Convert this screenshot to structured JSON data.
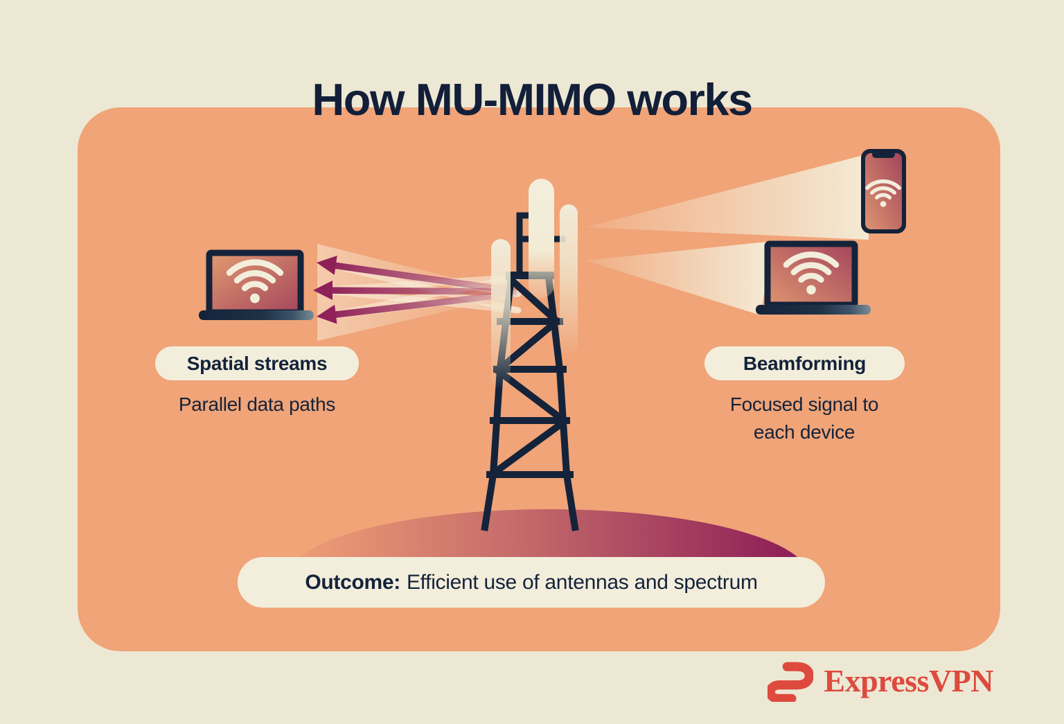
{
  "title": "How MU-MIMO works",
  "sections": {
    "spatial": {
      "label": "Spatial streams",
      "description": "Parallel data paths"
    },
    "beamforming": {
      "label": "Beamforming",
      "description": "Focused signal to each device"
    }
  },
  "outcome": {
    "label": "Outcome:",
    "text": "Efficient use of antennas and spectrum"
  },
  "branding": {
    "name": "ExpressVPN"
  },
  "icons": {
    "wifi": "wifi-icon",
    "cell_tower": "cell-tower-icon",
    "laptop": "laptop-icon",
    "phone": "phone-icon",
    "stream_arrows": "spatial-stream-arrows-icon",
    "beam_cones": "beam-cone-icon",
    "brand_mark": "expressvpn-logo-icon"
  },
  "colors": {
    "background": "#EDE8D4",
    "panel": "#F0A478",
    "navy": "#14233A",
    "pill_cream": "#F3EEDC",
    "stream_maroon": "#8F2058",
    "hill_dark": "#8A1A56",
    "screen_light": "#DD9470",
    "screen_dark": "#A4455C",
    "brand_red": "#DE4A3E"
  }
}
